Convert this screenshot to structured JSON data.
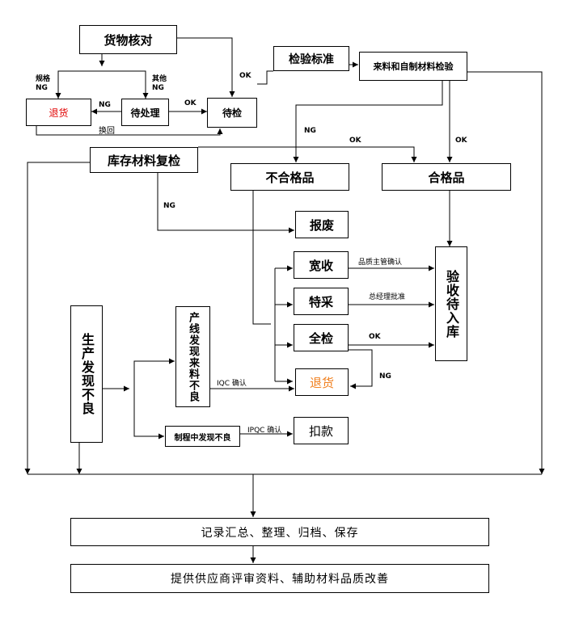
{
  "nodes": {
    "goods_check": "货物核对",
    "inspection_std": "检验标准",
    "incoming_inspect": "来料和自制材料检验",
    "return_top": "退货",
    "pending": "待处理",
    "await_inspect": "待检",
    "stock_recheck": "库存材料复检",
    "nonconforming": "不合格品",
    "conforming": "合格品",
    "scrap": "报废",
    "concession": "宽收",
    "special_purchase": "特采",
    "full_inspect": "全检",
    "return_bottom": "退货",
    "deduction": "扣款",
    "accept_store": "验收待入库",
    "prod_issue": "生产发现不良",
    "line_material_bad": "产线发现来料不良",
    "process_bad": "制程中发现不良",
    "record": "记录汇总、整理、归档、保存",
    "supplier": "提供供应商评审资料、辅助材料品质改善"
  },
  "labels": {
    "spec_ng_1": "规格",
    "spec_ng_2": "NG",
    "other_ng_1": "其他",
    "other_ng_2": "NG",
    "ng_return": "NG",
    "ok_pending": "OK",
    "swap_back": "换回",
    "ok_goods": "OK",
    "ng_incoming": "NG",
    "ok_stock": "OK",
    "ok_incoming": "OK",
    "ng_stock": "NG",
    "qa_mgr": "品质主管确认",
    "gm_approve": "总经理批准",
    "ok_full": "OK",
    "ng_full": "NG",
    "iqc": "IQC 确认",
    "ipqc": "IPQC 确认"
  },
  "colors": {
    "return_top": "#e00000",
    "return_bottom": "#f08020"
  }
}
